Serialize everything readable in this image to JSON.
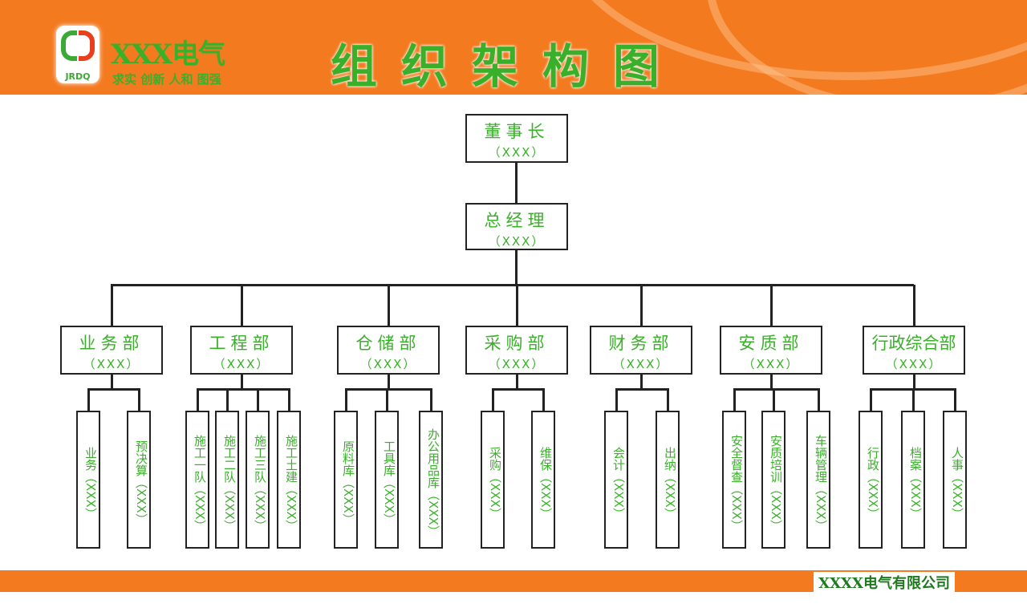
{
  "header": {
    "logo_text": "JRDQ",
    "brand": "XXX电气",
    "slogan": "求实 创新 人和 图强",
    "title": "组织架构图",
    "colors": {
      "orange": "#f47a20",
      "green": "#3ab02a"
    }
  },
  "chairman": {
    "name": "董事长",
    "value": "（XXX）"
  },
  "general_manager": {
    "name": "总经理",
    "value": "（XXX）"
  },
  "departments": [
    {
      "name": "业务部",
      "value": "（XXX）",
      "children": [
        {
          "name": "业务",
          "value": "（XXX）"
        },
        {
          "name": "预决算",
          "value": "（XXX）"
        }
      ]
    },
    {
      "name": "工程部",
      "value": "（XXX）",
      "children": [
        {
          "name": "施工一队",
          "value": "（XXX）"
        },
        {
          "name": "施工二队",
          "value": "（XXX）"
        },
        {
          "name": "施工三队",
          "value": "（XXX）"
        },
        {
          "name": "施工土建",
          "value": "（XXX）"
        }
      ]
    },
    {
      "name": "仓储部",
      "value": "（XXX）",
      "children": [
        {
          "name": "原料库",
          "value": "（XXX）"
        },
        {
          "name": "工具库",
          "value": "（XXX）"
        },
        {
          "name": "办公用品库",
          "value": "（XXX）"
        }
      ]
    },
    {
      "name": "采购部",
      "value": "（XXX）",
      "children": [
        {
          "name": "采购",
          "value": "（XXX）"
        },
        {
          "name": "维保",
          "value": "（XXX）"
        }
      ]
    },
    {
      "name": "财务部",
      "value": "（XXX）",
      "children": [
        {
          "name": "会计",
          "value": "（XXX）"
        },
        {
          "name": "出纳",
          "value": "（XXX）"
        }
      ]
    },
    {
      "name": "安质部",
      "value": "（XXX）",
      "children": [
        {
          "name": "安全督查",
          "value": "（XXX）"
        },
        {
          "name": "安质培训",
          "value": "（XXX）"
        },
        {
          "name": "车辆管理",
          "value": "（XXX）"
        }
      ]
    },
    {
      "name": "行政综合部",
      "value": "（XXX）",
      "children": [
        {
          "name": "行政",
          "value": "（XXX）"
        },
        {
          "name": "档案",
          "value": "（XXX）"
        },
        {
          "name": "人事",
          "value": "（XXX）"
        }
      ]
    }
  ],
  "footer": {
    "company": "XXXX电气有限公司"
  }
}
